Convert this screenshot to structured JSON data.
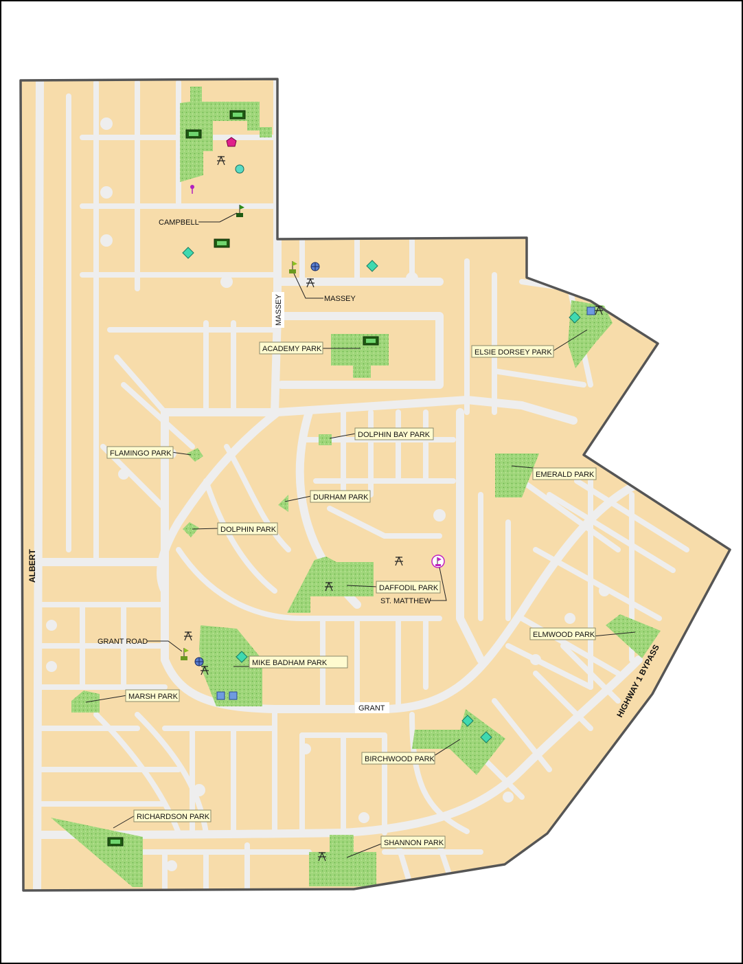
{
  "colors": {
    "background": "#ffffff",
    "land": "#f7dcaa",
    "street": "#eeeeee",
    "park": "#9fd67a",
    "boundary": "#555555",
    "label_fill": "#fffbd0",
    "diamond": "#3fd9b0",
    "square": "#6f9be0",
    "pavilion": "#1f5a12",
    "pentagon": "#e0208a",
    "circle_facility": "#59dbc4",
    "pin": "#b020c0"
  },
  "roads": {
    "albert": "ALBERT",
    "massey": "MASSEY",
    "grant": "GRANT",
    "highway": "HIGHWAY 1 BYPASS"
  },
  "labels": {
    "campbell": "CAMPBELL",
    "massey_school": "MASSEY",
    "academy_park": "ACADEMY PARK",
    "elsie_dorsey_park": "ELSIE DORSEY PARK",
    "dolphin_bay_park": "DOLPHIN BAY PARK",
    "flamingo_park": "FLAMINGO PARK",
    "emerald_park": "EMERALD PARK",
    "durham_park": "DURHAM PARK",
    "dolphin_park": "DOLPHIN PARK",
    "daffodil_park": "DAFFODIL PARK",
    "st_matthew": "ST. MATTHEW",
    "grant_road": "GRANT ROAD",
    "mike_badham_park": "MIKE BADHAM PARK",
    "elmwood_park": "ELMWOOD PARK",
    "marsh_park": "MARSH PARK",
    "birchwood_park": "BIRCHWOOD PARK",
    "richardson_park": "RICHARDSON PARK",
    "shannon_park": "SHANNON PARK"
  },
  "icons": {
    "diamond": "water-play-icon",
    "square": "tennis-court-icon",
    "pavilion": "picnic-shelter-icon",
    "playground": "playground-icon",
    "school": "school-flag-icon",
    "crosshair": "sports-field-icon",
    "pentagon": "facility-pentagon-icon",
    "circle": "facility-circle-icon",
    "pin": "point-marker-icon",
    "church": "church-icon"
  }
}
